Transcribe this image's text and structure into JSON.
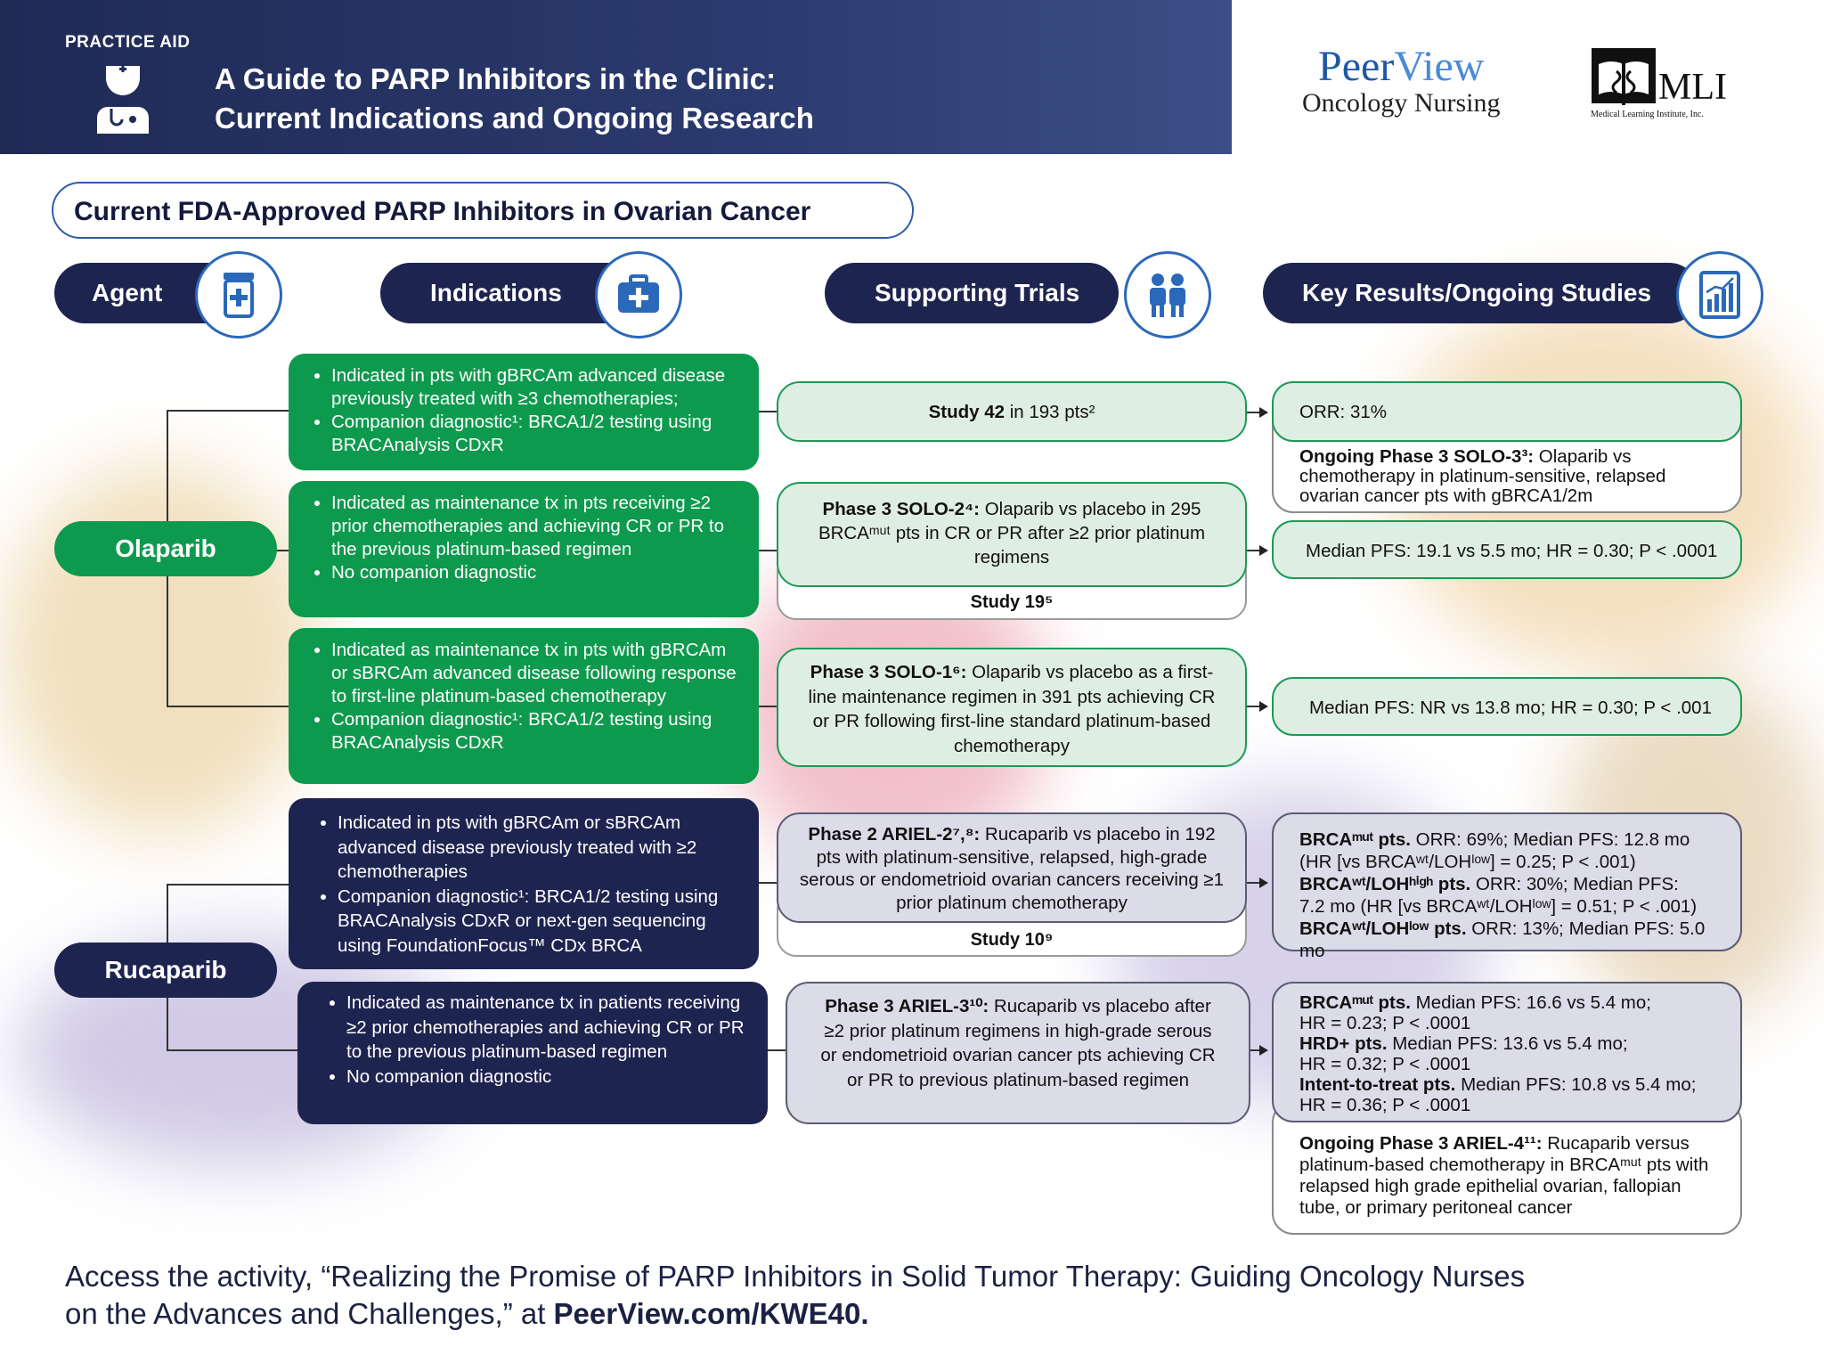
{
  "header": {
    "label": "PRACTICE AID",
    "title_line1": "A Guide to PARP Inhibitors in the Clinic:",
    "title_line2": "Current Indications and Ongoing Research",
    "brand_main_dark": "Peer",
    "brand_main_light": "View",
    "brand_sub": "Oncology Nursing",
    "mli": "MLI",
    "mli_sub": "Medical Learning Institute, Inc."
  },
  "section_title": "Current FDA-Approved PARP Inhibitors in Ovarian Cancer",
  "columns": {
    "agent": "Agent",
    "indications": "Indications",
    "trials": "Supporting Trials",
    "results": "Key Results/Ongoing Studies"
  },
  "agents": {
    "olaparib": "Olaparib",
    "rucaparib": "Rucaparib"
  },
  "indications": {
    "ola1": [
      "Indicated in pts with gBRCAm advanced disease previously treated with ≥3 chemotherapies;",
      "Companion diagnostic¹: BRCA1/2 testing using BRACAnalysis CDxR"
    ],
    "ola2": [
      "Indicated as maintenance tx in pts receiving ≥2 prior chemotherapies and achieving CR or PR to the previous platinum-based regimen",
      "No companion diagnostic"
    ],
    "ola3": [
      "Indicated as maintenance tx in pts with gBRCAm or sBRCAm advanced disease following response to first-line platinum-based chemotherapy",
      "Companion diagnostic¹: BRCA1/2 testing using BRACAnalysis CDxR"
    ],
    "ruc1": [
      "Indicated in pts with gBRCAm or sBRCAm advanced disease previously treated with ≥2 chemotherapies",
      "Companion diagnostic¹: BRCA1/2 testing using BRACAnalysis CDxR or next-gen sequencing using FoundationFocus™ CDx BRCA"
    ],
    "ruc2": [
      "Indicated as maintenance tx in patients receiving ≥2 prior chemotherapies and achieving CR or PR to the previous platinum-based regimen",
      "No companion diagnostic"
    ]
  },
  "trials": {
    "study42_bold": "Study 42",
    "study42_rest": " in 193 pts²",
    "solo2_bold": "Phase 3 SOLO-2⁴:",
    "solo2_rest": " Olaparib vs placebo in 295 BRCAᵐᵘᵗ pts in CR or PR after ≥2 prior platinum regimens",
    "study19": "Study 19⁵",
    "solo1_bold": "Phase 3 SOLO-1⁶:",
    "solo1_rest": " Olaparib vs placebo as a first-line maintenance regimen in 391 pts achieving CR or PR following first-line standard platinum-based chemotherapy",
    "ariel2_bold": "Phase 2 ARIEL-2⁷,⁸:",
    "ariel2_rest": " Rucaparib vs placebo in 192 pts with platinum-sensitive, relapsed, high-grade serous or endometrioid ovarian cancers receiving ≥1 prior platinum chemotherapy",
    "study10": "Study 10⁹",
    "ariel3_bold": "Phase 3 ARIEL-3¹⁰:",
    "ariel3_rest": " Rucaparib vs placebo after ≥2 prior platinum regimens in high-grade serous or endometrioid ovarian cancer pts achieving CR or PR to previous platinum-based regimen"
  },
  "results": {
    "orr": "ORR: 31%",
    "solo3_bold": "Ongoing Phase 3 SOLO-3³:",
    "solo3_rest": " Olaparib vs chemotherapy in platinum-sensitive, relapsed ovarian cancer pts with gBRCA1/2m",
    "solo2_res": "Median PFS: 19.1 vs 5.5 mo; HR = 0.30; P < .0001",
    "solo1_res": "Median PFS: NR vs 13.8 mo; HR = 0.30; P < .001",
    "ariel2_l1b": "BRCAᵐᵘᵗ pts.",
    "ariel2_l1": " ORR: 69%; Median PFS: 12.8 mo",
    "ariel2_l2": "(HR [vs BRCAʷᵗ/LOHˡᵒʷ] = 0.25; P < .001)",
    "ariel2_l3b": "BRCAʷᵗ/LOHʰⁱᵍʰ pts.",
    "ariel2_l3": " ORR: 30%; Median PFS:",
    "ariel2_l4": "7.2 mo (HR [vs BRCAʷᵗ/LOHˡᵒʷ] = 0.51; P < .001)",
    "ariel2_l5b": "BRCAʷᵗ/LOHˡᵒʷ pts.",
    "ariel2_l5": " ORR: 13%; Median PFS: 5.0 mo",
    "ariel3_l1b": "BRCAᵐᵘᵗ pts.",
    "ariel3_l1": " Median PFS: 16.6 vs 5.4 mo;",
    "ariel3_l2": "HR = 0.23; P < .0001",
    "ariel3_l3b": "HRD+ pts.",
    "ariel3_l3": " Median PFS: 13.6 vs 5.4 mo;",
    "ariel3_l4": "HR = 0.32; P < .0001",
    "ariel3_l5b": "Intent-to-treat pts.",
    "ariel3_l5": " Median PFS: 10.8 vs 5.4 mo;",
    "ariel3_l6": "HR = 0.36; P < .0001",
    "ariel4_bold": "Ongoing Phase 3 ARIEL-4¹¹:",
    "ariel4_rest": " Rucaparib versus platinum-based chemotherapy in BRCAᵐᵘᵗ pts with relapsed high grade epithelial ovarian, fallopian tube, or primary peritoneal cancer"
  },
  "footer": {
    "line1": "Access the activity, “Realizing the Promise of PARP Inhibitors in Solid Tumor Therapy: Guiding Oncology Nurses",
    "line2": "on the Advances and Challenges,” at ",
    "link": "PeerView.com/KWE40."
  },
  "colors": {
    "navy": "#1e2450",
    "green": "#0e9a4e",
    "blue_accent": "#2a69b9"
  }
}
